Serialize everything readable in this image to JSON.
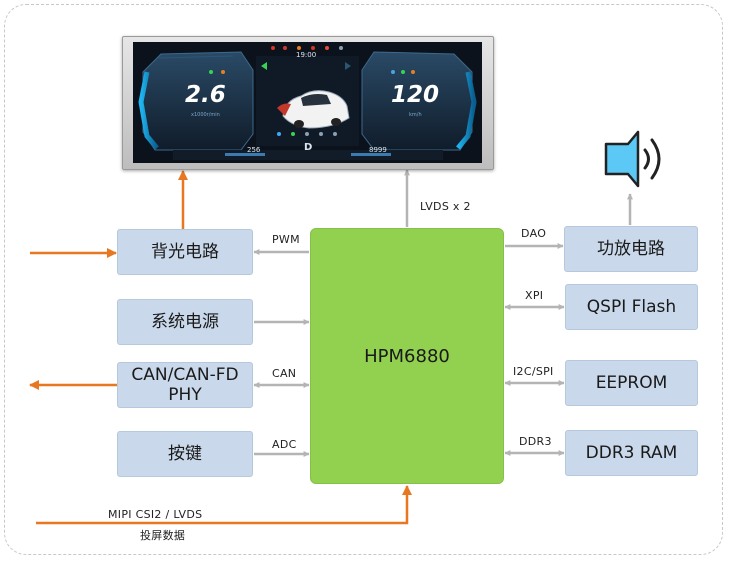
{
  "display": {
    "time": "19:00",
    "left_value": "2.6",
    "left_unit": "x1000r/min",
    "right_value": "120",
    "right_unit": "km/h",
    "gear": "D",
    "left_odo": "256",
    "right_odo": "8999"
  },
  "blocks": {
    "backlight": "背光电路",
    "power": "系统电源",
    "can_phy_line1": "CAN/CAN-FD",
    "can_phy_line2": "PHY",
    "keys": "按键",
    "soc": "HPM6880",
    "amplifier": "功放电路",
    "qspi": "QSPI Flash",
    "eeprom": "EEPROM",
    "ddr": "DDR3 RAM"
  },
  "labels": {
    "lvds": "LVDS x 2",
    "pwm": "PWM",
    "can": "CAN",
    "adc": "ADC",
    "dao": "DAO",
    "xpi": "XPI",
    "i2c_spi": "I2C/SPI",
    "ddr3": "DDR3",
    "camera_line1": "MIPI CSI2 / LVDS",
    "camera_line2": "投屏数据"
  },
  "colors": {
    "block_fill": "#c9d8ea",
    "soc_fill": "#92d050",
    "orange_arrow": "#e87722",
    "gray_arrow": "#b4b4b4",
    "speaker_blue": "#5bc8f5"
  }
}
